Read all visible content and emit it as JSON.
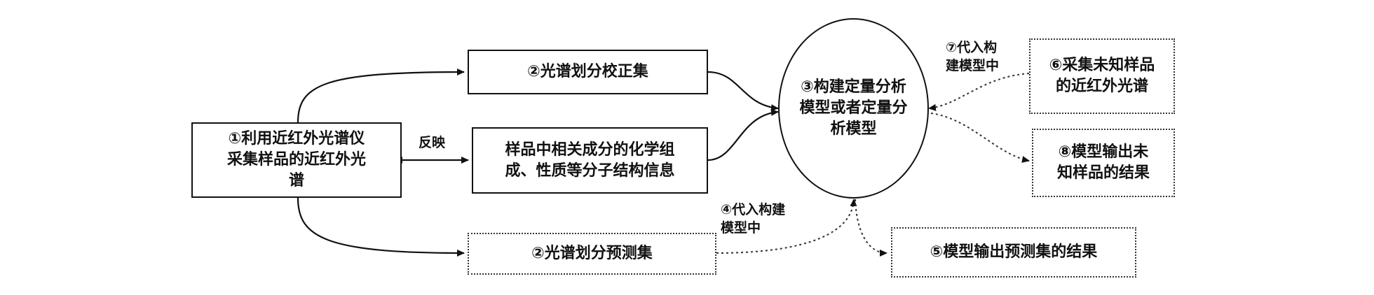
{
  "nodes": {
    "collect": "①利用近红外光谱仪\n采集样品的近红外光\n谱",
    "calibration": "②光谱划分校正集",
    "info": "样品中相关成分的化学组\n成、性质等分子结构信息",
    "prediction": "②光谱划分预测集",
    "model": "③构建定量分析\n模型或者定量分\n析模型",
    "unknown": "⑥采集未知样品\n的近红外光谱",
    "pred_result": "⑤模型输出预测集的结果",
    "unknown_result": "⑧模型输出未\n知样品的结果"
  },
  "labels": {
    "reflect": "反映",
    "substitute4": "④代入构建\n模型中",
    "substitute7": "⑦代入构\n建模型中"
  },
  "colors": {
    "line": "#111111",
    "dotted": "#333333"
  }
}
